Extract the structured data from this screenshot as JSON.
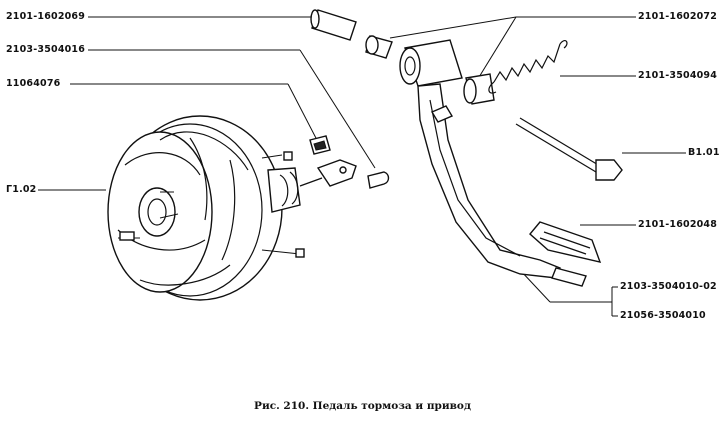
{
  "labels": {
    "l1": "2101-1602069",
    "l2": "2103-3504016",
    "l3": "11064076",
    "l4": "Г1.02",
    "r1": "2101-1602072",
    "r2": "2101-3504094",
    "r3": "В1.01",
    "r4": "2101-1602048",
    "r5": "2103-3504010-02",
    "r6": "21056-3504010"
  },
  "caption": "Рис. 210. Педаль тормоза и привод"
}
